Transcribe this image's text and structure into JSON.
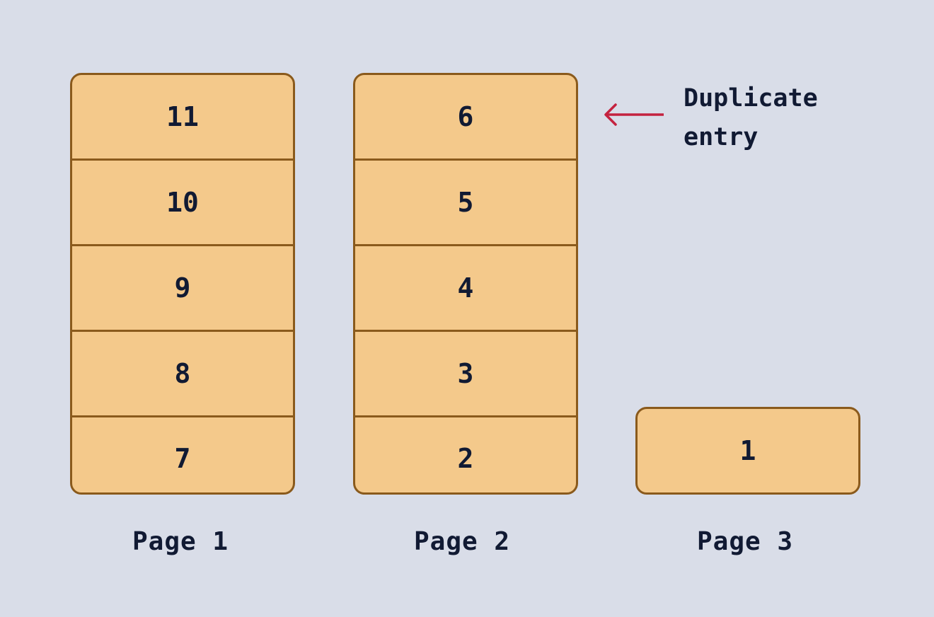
{
  "pages": [
    {
      "label": "Page 1",
      "entries": [
        "11",
        "10",
        "9",
        "8",
        "7"
      ]
    },
    {
      "label": "Page 2",
      "entries": [
        "6",
        "5",
        "4",
        "3",
        "2"
      ]
    },
    {
      "label": "Page 3",
      "entries": [
        "1"
      ]
    }
  ],
  "annotation": {
    "text": "Duplicate\nentry",
    "arrow_color": "#c4223f",
    "target": "Page 2 entry 6"
  },
  "colors": {
    "background": "#d9dde8",
    "entry_fill": "#f4c98b",
    "entry_border": "#8a5a1c",
    "text": "#111a33"
  }
}
